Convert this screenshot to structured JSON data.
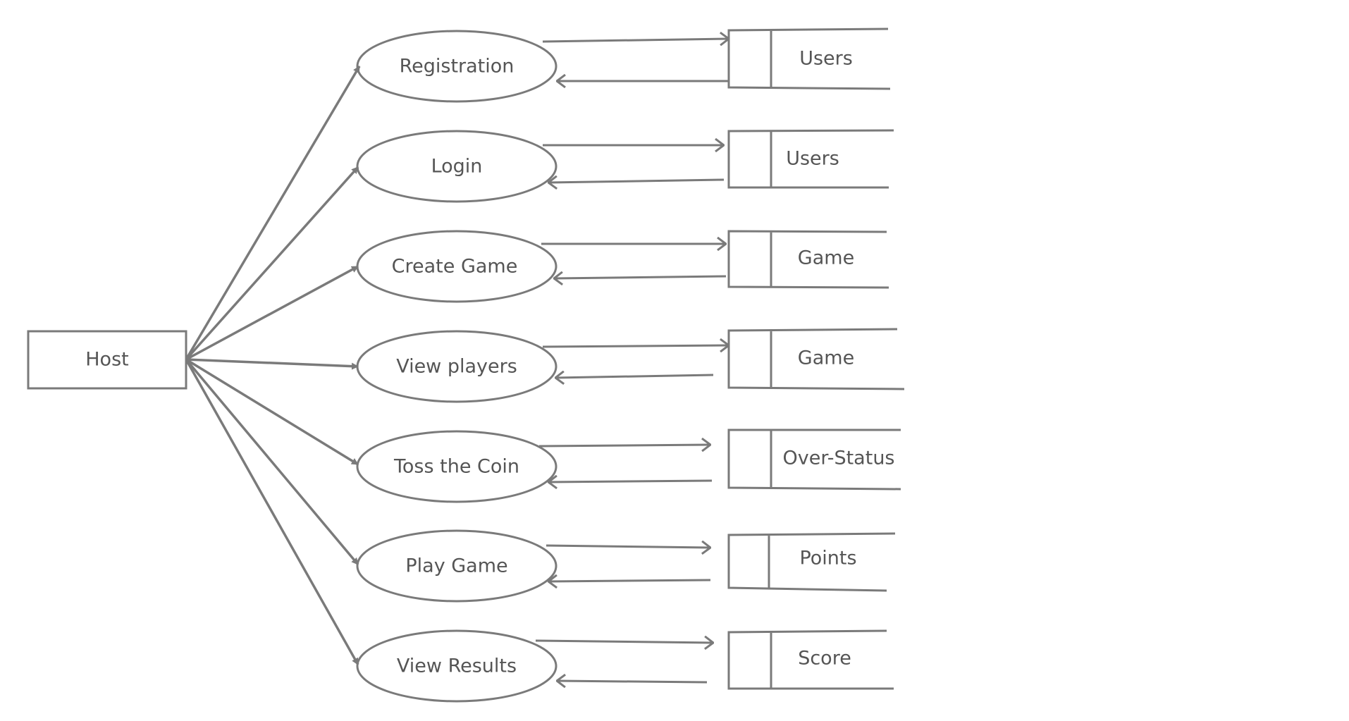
{
  "diagram": {
    "colors": {
      "stroke": "#7a7a7a",
      "text": "#555555",
      "background": "#ffffff"
    },
    "entity": {
      "label": "Host"
    },
    "processes": [
      {
        "label": "Registration",
        "store": "Users"
      },
      {
        "label": "Login",
        "store": "Users"
      },
      {
        "label": "Create Game",
        "store": "Game"
      },
      {
        "label": "View players",
        "store": "Game"
      },
      {
        "label": "Toss the Coin",
        "store": "Over-Status"
      },
      {
        "label": "Play Game",
        "store": "Points"
      },
      {
        "label": "View Results",
        "store": "Score"
      }
    ]
  }
}
